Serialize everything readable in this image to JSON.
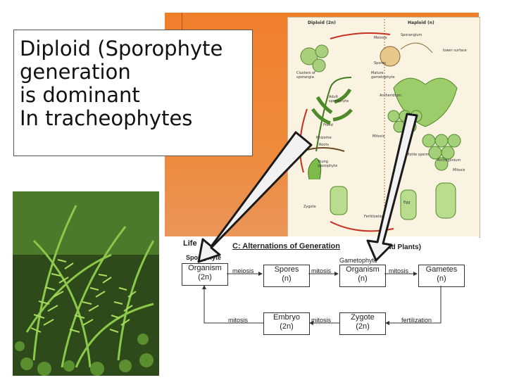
{
  "textbox": {
    "lines": [
      "Diploid (Sporophyte",
      "generation",
      "is dominant",
      "In tracheophytes"
    ]
  },
  "cycle_card": {
    "header_left": "Diploid (2n)",
    "header_right": "Haploid (n)",
    "labels": {
      "meiosis": "Meiosis",
      "sporangium": "Sporangium",
      "lower_surface": "lower surface",
      "clusters": "Clusters of sporangia",
      "spores": "Spores",
      "mature_gametophyte": "Mature gametophyte",
      "antheridium": "Antheridium",
      "adult_sporophyte": "Adult sporophyte",
      "frond": "Frond",
      "rhizome": "Rhizome",
      "roots": "Roots",
      "mitosis1": "Mitosis",
      "flagellated_sperm": "Motile sperm",
      "archegonium": "Archegonium",
      "mitosis2": "Mitosis",
      "young_sporophyte": "Young sporophyte",
      "zygote": "Zygote",
      "egg": "Egg",
      "fertilization": "Fertilization"
    }
  },
  "diagram": {
    "life_label": "Life",
    "title": "C:  Alternations  of  Generation",
    "title_tail": "and  Plants)",
    "sporophyte_label": "Sporophyte",
    "gametophyte_label": "Gametophyte",
    "boxes": {
      "organism_2n": [
        "Organism",
        "(2n)"
      ],
      "spores": [
        "Spores",
        "(n)"
      ],
      "organism_n": [
        "Organism",
        "(n)"
      ],
      "gametes": [
        "Gametes",
        "(n)"
      ],
      "embryo": [
        "Embryo",
        "(2n)"
      ],
      "zygote": [
        "Zygote",
        "(2n)"
      ]
    },
    "arrows": {
      "meiosis": "meiosis",
      "mitosis_a": "mitosis",
      "mitosis_b": "mitosis",
      "mitosis_c": "mitosis",
      "mitosis_d": "mitosis",
      "fertilization": "fertilization"
    }
  },
  "colors": {
    "orange_panel": "#f07f2c",
    "arrow_fill": "#f2f2f2",
    "arrow_outline": "#1a1a1a",
    "fern_green": "#6fae3a"
  }
}
